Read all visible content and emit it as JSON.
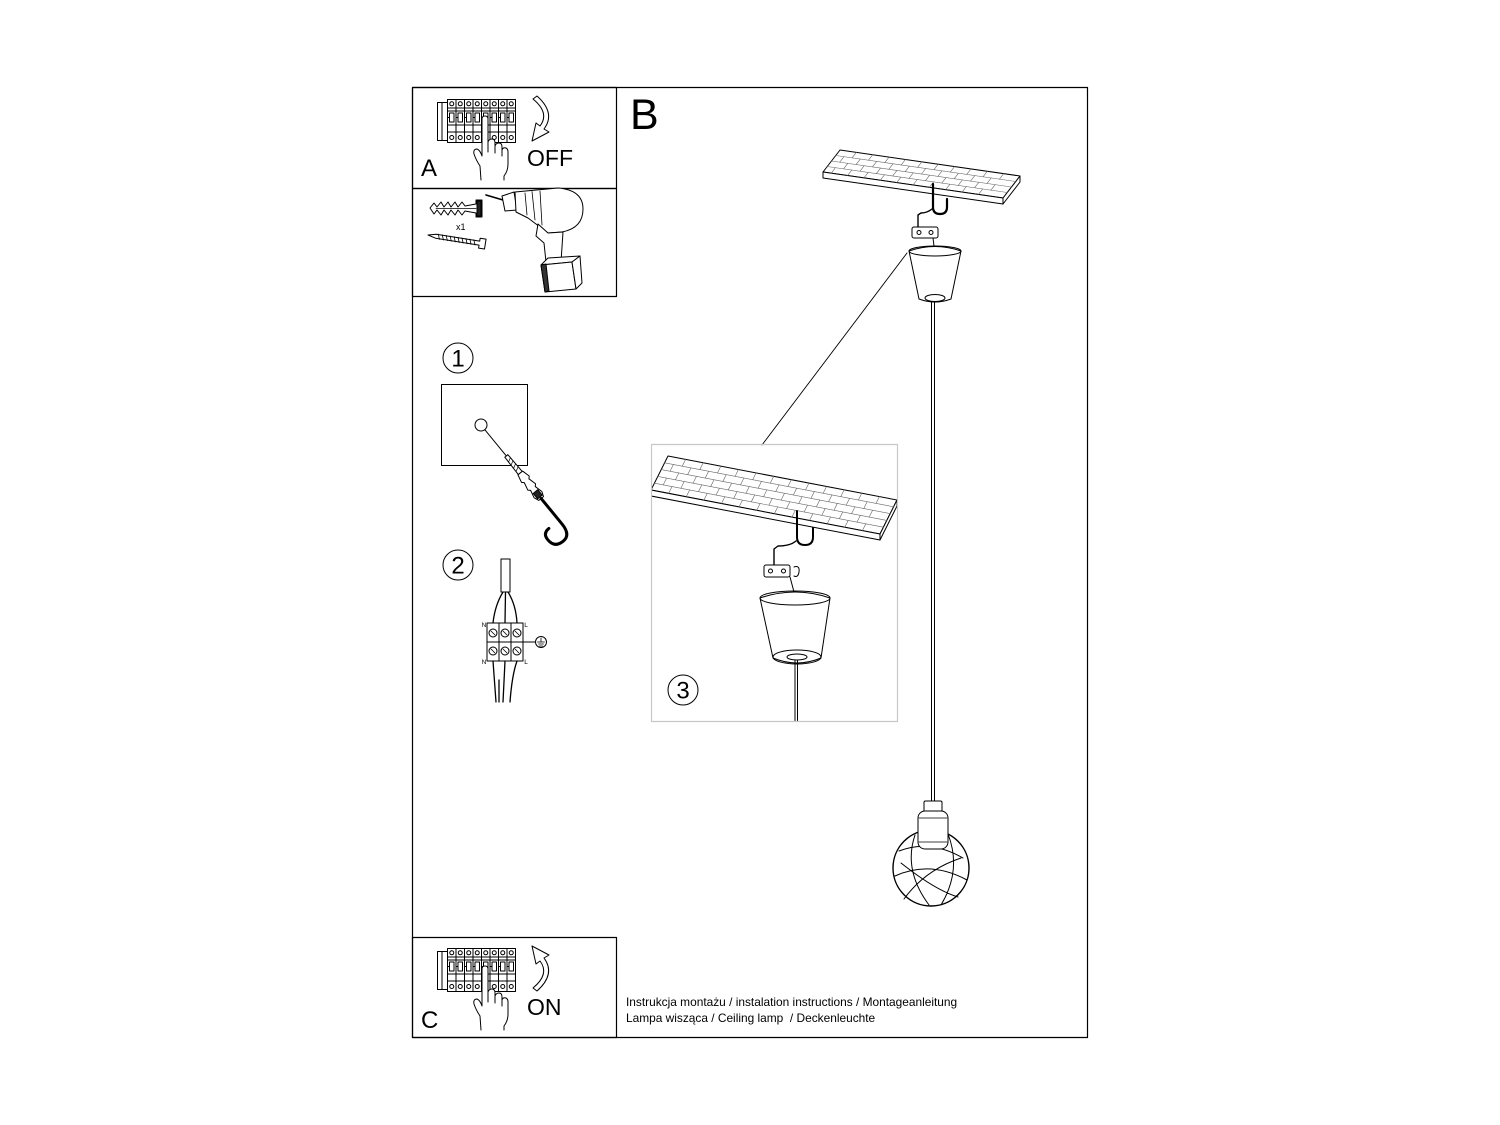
{
  "panel_a": {
    "label": "A",
    "switch_state": "OFF"
  },
  "tools": {
    "anchor_quantity": "x1"
  },
  "panel_b": {
    "label": "B"
  },
  "steps": [
    {
      "number": "1"
    },
    {
      "number": "2"
    },
    {
      "number": "3"
    }
  ],
  "wiring": {
    "top_left": "N",
    "top_right": "L",
    "bottom_left": "N",
    "bottom_right": "L"
  },
  "panel_c": {
    "label": "C",
    "switch_state": "ON"
  },
  "footer": {
    "line1": "Instrukcja montażu / instalation instructions / Montageanleitung",
    "line2": "Lampa wisząca / Ceiling lamp  / Deckenleuchte"
  },
  "colors": {
    "ink": "#000000",
    "background": "#ffffff",
    "inset_border": "#c8c8c8",
    "brick_lines": "#666666"
  },
  "icons": [
    "breaker-panel-icon",
    "hand-pointer-icon",
    "curved-arrow-down-icon",
    "wall-plug-icon",
    "screw-icon",
    "cordless-drill-icon",
    "ceiling-hook-icon",
    "terminal-block-icon",
    "ground-symbol-icon",
    "ceiling-canopy-icon",
    "lamp-socket-icon",
    "globe-bulb-icon",
    "curved-arrow-up-icon"
  ]
}
